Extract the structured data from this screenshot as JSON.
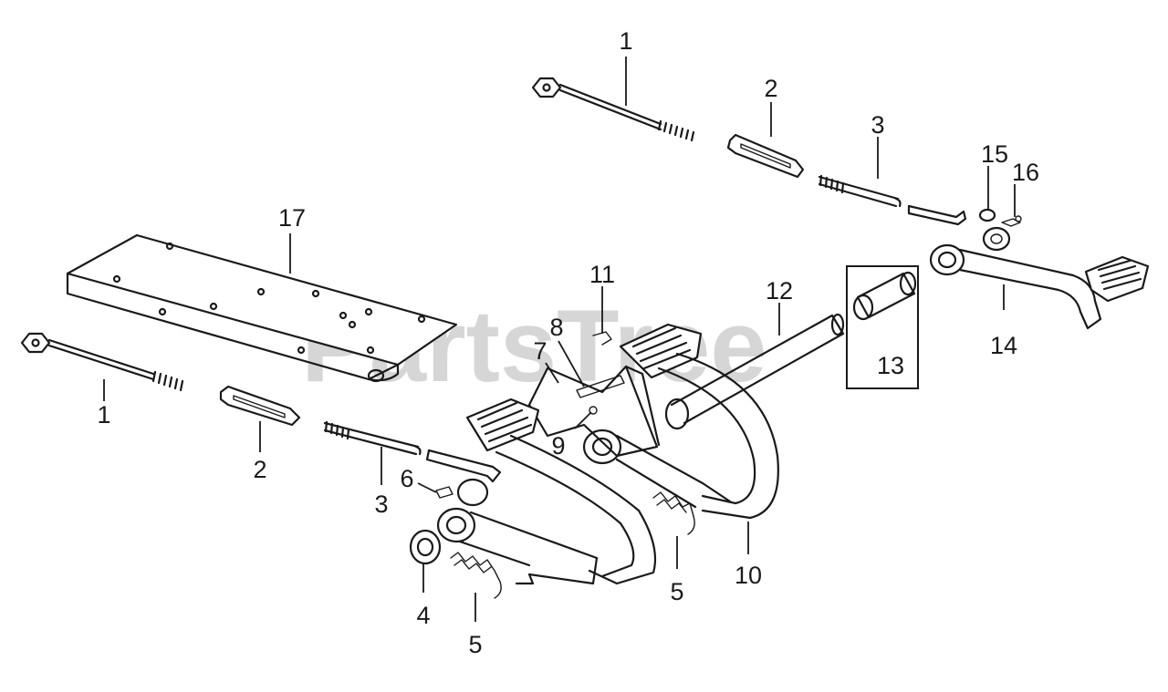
{
  "watermark": {
    "text": "PartsTree",
    "color": "#c8c8c8"
  },
  "callouts": [
    {
      "id": "c1-top",
      "label": "1"
    },
    {
      "id": "c2-top",
      "label": "2"
    },
    {
      "id": "c3-top",
      "label": "3"
    },
    {
      "id": "c15",
      "label": "15"
    },
    {
      "id": "c16",
      "label": "16"
    },
    {
      "id": "c17",
      "label": "17"
    },
    {
      "id": "c11",
      "label": "11"
    },
    {
      "id": "c12",
      "label": "12"
    },
    {
      "id": "c8",
      "label": "8"
    },
    {
      "id": "c7",
      "label": "7"
    },
    {
      "id": "c13",
      "label": "13"
    },
    {
      "id": "c14",
      "label": "14"
    },
    {
      "id": "c1-left",
      "label": "1"
    },
    {
      "id": "c9",
      "label": "9"
    },
    {
      "id": "c2-left",
      "label": "2"
    },
    {
      "id": "c6",
      "label": "6"
    },
    {
      "id": "c3-left",
      "label": "3"
    },
    {
      "id": "c10",
      "label": "10"
    },
    {
      "id": "c5-right",
      "label": "5"
    },
    {
      "id": "c4",
      "label": "4"
    },
    {
      "id": "c5-bottom",
      "label": "5"
    }
  ]
}
